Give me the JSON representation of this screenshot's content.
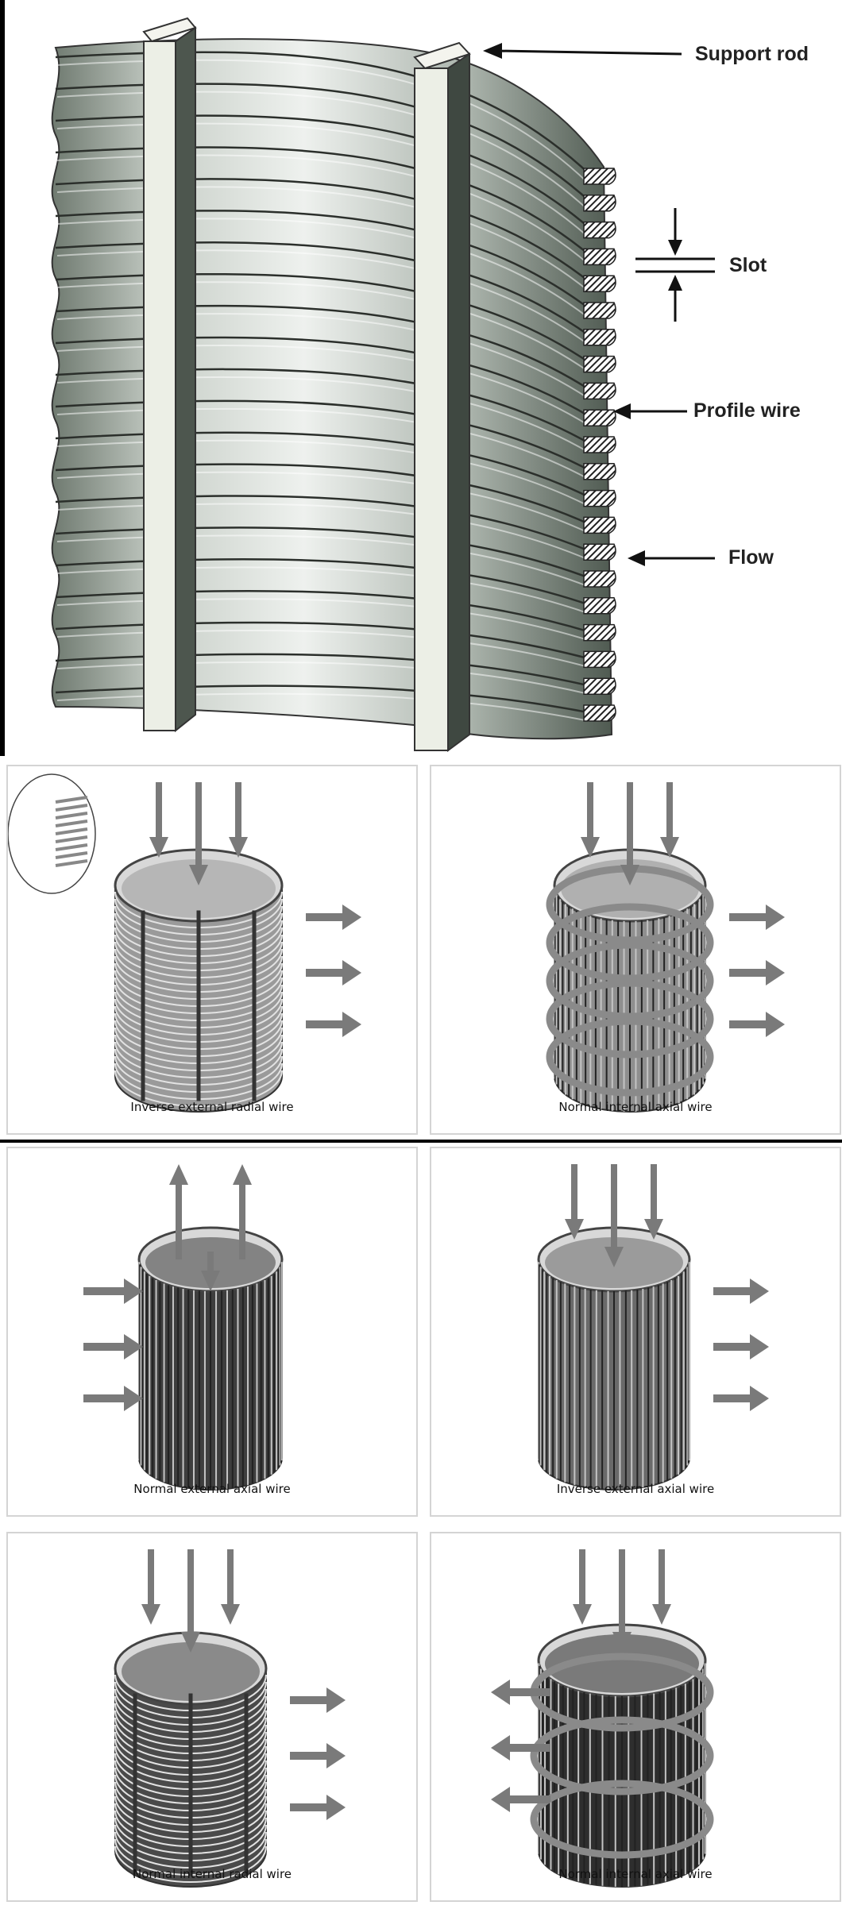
{
  "diagram": {
    "labels": {
      "support_rod": "Support rod",
      "slot": "Slot",
      "profile_wire": "Profile wire",
      "flow": "Flow"
    }
  },
  "panels": [
    {
      "caption": "Inverse external radial wire"
    },
    {
      "caption": "Normal internal axial wire"
    },
    {
      "caption": "Normal external axial wire"
    },
    {
      "caption": "Inverse external axial wire"
    },
    {
      "caption": "Normal internal radial wire"
    },
    {
      "caption": "Normal internal axial wire"
    }
  ],
  "colors": {
    "wire": "#8a8a8a",
    "arrow": "#7a7a7a",
    "panel_border": "#d4d4d4"
  }
}
